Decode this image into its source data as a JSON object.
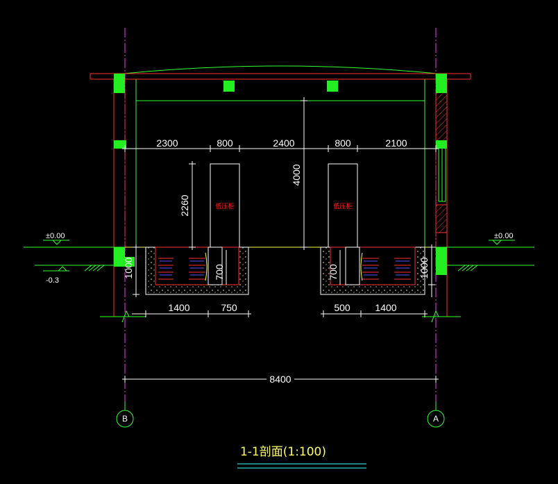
{
  "drawing": {
    "title": "1-1剖面(1:100)",
    "axes": {
      "left": "B",
      "right": "A"
    },
    "levels": {
      "left_floor": "±0.00",
      "left_ground": "-0.3",
      "right_floor": "±0.00"
    },
    "dims_top": [
      "2300",
      "800",
      "2400",
      "800",
      "2100"
    ],
    "dim_height_total": "4000",
    "dim_cabinet_height": "2260",
    "dims_trench_left": [
      "1400",
      "750"
    ],
    "dims_trench_right": [
      "500",
      "1400"
    ],
    "dim_trench_depth_outer": "1000",
    "dim_trench_depth_inner": "700",
    "dim_total_width": "8400",
    "cabinet_label_left": "低压柜",
    "cabinet_label_right": "低压柜"
  }
}
